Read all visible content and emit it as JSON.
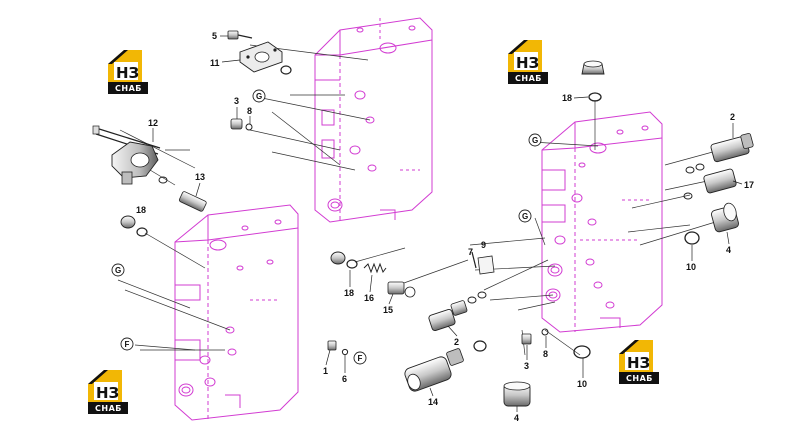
{
  "brand": {
    "logo_top": "НЗ",
    "logo_bottom": "СНАБ",
    "accent_color": "#f2b705",
    "dark_color": "#111111"
  },
  "colors": {
    "housing": "#d23cd2",
    "parts": "#222222",
    "leader": "#333333"
  },
  "callouts": {
    "c1": "1",
    "c2a": "2",
    "c2b": "2",
    "c3a": "3",
    "c3b": "3",
    "c4a": "4",
    "c4b": "4",
    "c5": "5",
    "c6": "6",
    "c7": "7",
    "c8a": "8",
    "c8b": "8",
    "c9": "9",
    "c10a": "10",
    "c10b": "10",
    "c11": "11",
    "c12": "12",
    "c13": "13",
    "c14": "14",
    "c15": "15",
    "c16": "16",
    "c17": "17",
    "c18a": "18",
    "c18b": "18",
    "c18c": "18"
  },
  "circled": {
    "g1": "G",
    "g2": "G",
    "g3": "G",
    "g4": "G",
    "f1": "F",
    "f2": "F"
  }
}
